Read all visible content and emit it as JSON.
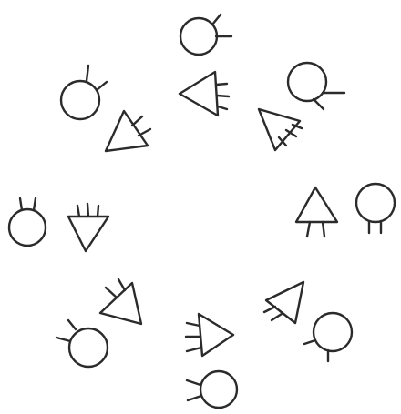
{
  "ink_color": "#2b2b2b",
  "background_color": "#ffffff",
  "figure": {
    "circle_count": 8,
    "triangle_count": 8,
    "symbols": [
      {
        "shape": "circle",
        "legs": 2
      },
      {
        "shape": "circle",
        "legs": 2
      },
      {
        "shape": "circle",
        "legs": 2
      },
      {
        "shape": "circle",
        "legs": 2
      },
      {
        "shape": "circle",
        "legs": 2
      },
      {
        "shape": "circle",
        "legs": 2
      },
      {
        "shape": "circle",
        "legs": 2
      },
      {
        "shape": "circle",
        "legs": 2
      },
      {
        "shape": "triangle",
        "legs": 3
      },
      {
        "shape": "triangle",
        "legs": 2
      },
      {
        "shape": "triangle",
        "legs": 3
      },
      {
        "shape": "triangle",
        "legs": 2
      },
      {
        "shape": "triangle",
        "legs": 2
      },
      {
        "shape": "triangle",
        "legs": 3
      },
      {
        "shape": "triangle",
        "legs": 2
      },
      {
        "shape": "triangle",
        "legs": 3
      }
    ]
  }
}
